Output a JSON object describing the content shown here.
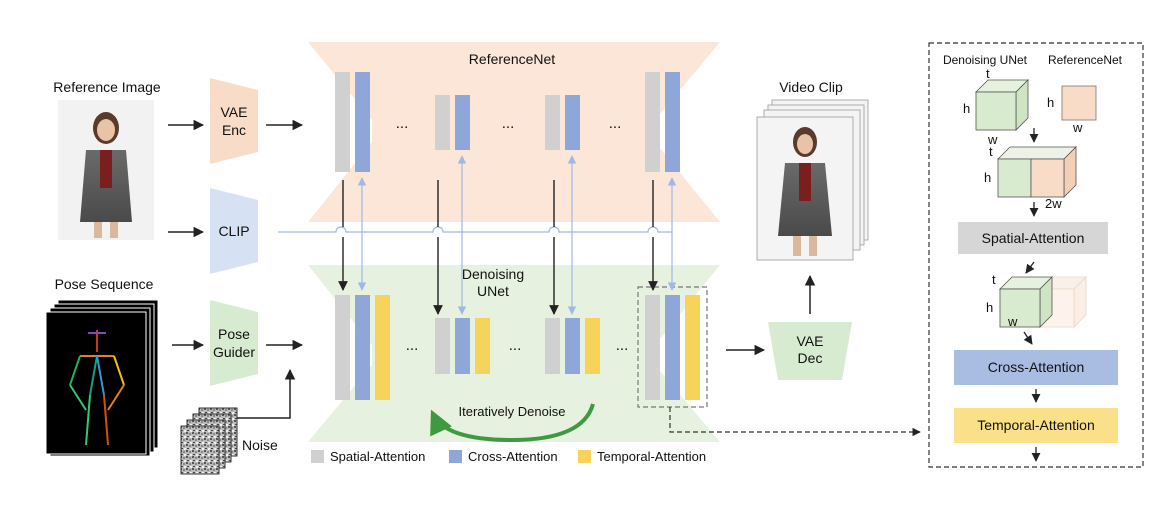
{
  "labels": {
    "reference_image": "Reference Image",
    "pose_sequence": "Pose Sequence",
    "noise": "Noise",
    "vae_enc_line1": "VAE",
    "vae_enc_line2": "Enc",
    "clip": "CLIP",
    "pose_guider_line1": "Pose",
    "pose_guider_line2": "Guider",
    "referencenet": "ReferenceNet",
    "denoising_line1": "Denoising",
    "denoising_line2": "UNet",
    "ellipsis": "...",
    "iteratively_denoise": "Iteratively Denoise",
    "video_clip": "Video Clip",
    "vae_dec_line1": "VAE",
    "vae_dec_line2": "Dec"
  },
  "legend": [
    {
      "label": "Spatial-Attention",
      "color": "#d0d0d0"
    },
    {
      "label": "Cross-Attention",
      "color": "#8fa7d8"
    },
    {
      "label": "Temporal-Attention",
      "color": "#f6d35b"
    }
  ],
  "detail_panel": {
    "title_denoising": "Denoising UNet",
    "title_referencenet": "ReferenceNet",
    "dim_t": "t",
    "dim_h": "h",
    "dim_w": "w",
    "dim_2w": "2w",
    "spatial_attention": "Spatial-Attention",
    "cross_attention": "Cross-Attention",
    "temporal_attention": "Temporal-Attention"
  },
  "colors": {
    "referencenet_bg": "#fbe6d8",
    "denoising_bg": "#e6f1e0",
    "vae_enc": "#f9dcc8",
    "clip": "#d6e2f3",
    "pose_guider": "#d6ebd0",
    "vae_dec": "#d6ebd0",
    "spatial": "#d0d0d0",
    "cross": "#8fa7d8",
    "temporal": "#f6d35b",
    "arrow_light": "#9fb8e6",
    "green_arrow": "#3f9a3f"
  }
}
